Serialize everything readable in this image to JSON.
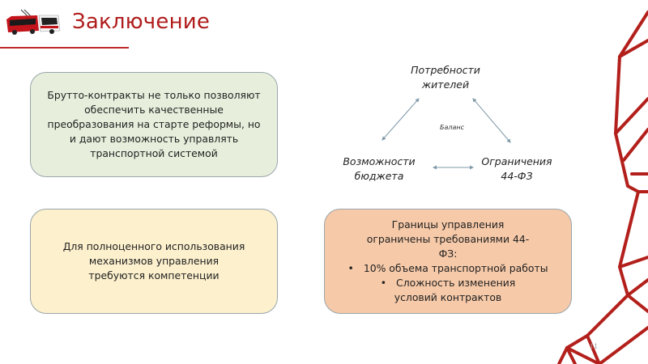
{
  "header": {
    "title": "Заключение",
    "logo_icon": "trolleybus-icon"
  },
  "boxes": {
    "green": {
      "text": "Брутто-контракты не только позволяют обеспечить качественные преобразования на старте реформы, но и дают возможность управлять транспортной системой"
    },
    "yellow": {
      "text": "Для полноценного использования механизмов управления требуются компетенции"
    },
    "orange": {
      "heading": "Границы управления ограничены требованиями 44-ФЗ:",
      "bullets": [
        "10% объема транспортной работы",
        "Сложность изменения условий контрактов"
      ]
    }
  },
  "diagram": {
    "top_node_line1": "Потребности",
    "top_node_line2": "жителей",
    "left_node_line1": "Возможности",
    "left_node_line2": "бюджета",
    "right_node_line1": "Ограничения",
    "right_node_line2": "44-ФЗ",
    "center_label": "Баланс",
    "arrow_color": "#7f99a8"
  },
  "colors": {
    "accent": "#b01c1c",
    "green_box": "#e7efdc",
    "yellow_box": "#fcf0cd",
    "orange_box": "#f6c9a8"
  },
  "footer": {
    "page_number": "11"
  }
}
